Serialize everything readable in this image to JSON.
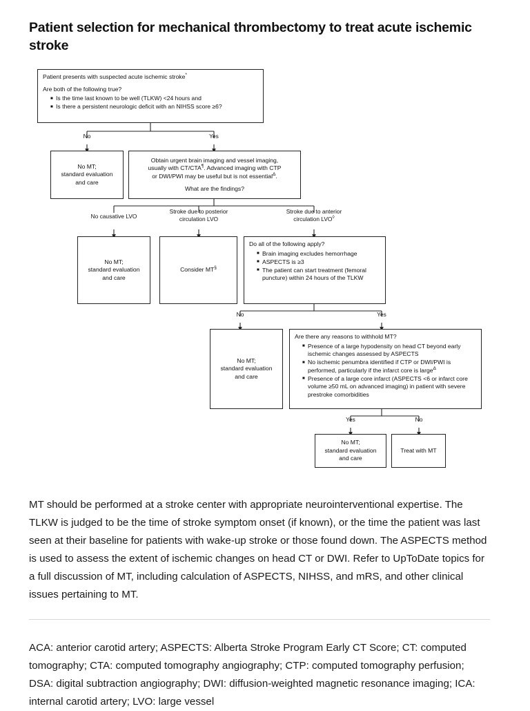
{
  "document": {
    "title": "Patient selection for mechanical thrombectomy to treat acute ischemic stroke"
  },
  "flowchart": {
    "boxes": {
      "start": {
        "heading": "Patient presents with suspected acute ischemic stroke",
        "heading_sup": "*",
        "question": "Are both of the following true?",
        "bullets": [
          "Is the time last known to be well (TLKW) <24 hours and",
          "Is there a persistent neurologic deficit with an NIHSS score ≥6?"
        ]
      },
      "no_mt_1": {
        "line1": "No MT;",
        "line2": "standard evaluation",
        "line3": "and care"
      },
      "imaging": {
        "line1": "Obtain urgent brain imaging and vessel imaging,",
        "line2_a": "usually with CT/CTA",
        "line2_sup": "¶",
        "line2_b": ". Advanced imaging with CTP",
        "line3_a": "or DWI/PWI may be useful but is not essential",
        "line3_sup": "Δ",
        "line3_b": ".",
        "question": "What are the findings?"
      },
      "no_mt_2": {
        "line1": "No MT;",
        "line2": "standard evaluation",
        "line3": "and care"
      },
      "consider_mt": {
        "label": "Consider MT",
        "sup": "§"
      },
      "criteria": {
        "question": "Do all of the following apply?",
        "bullets": [
          "Brain imaging excludes hemorrhage",
          "ASPECTS is ≥3",
          "The patient can start treatment (femoral puncture) within 24 hours of the TLKW"
        ]
      },
      "no_mt_3": {
        "line1": "No MT;",
        "line2": "standard evaluation",
        "line3": "and care"
      },
      "withhold": {
        "question": "Are there any reasons to withhold MT?",
        "bullets": [
          "Presence of a large hypodensity on head CT beyond early ischemic changes assessed by ASPECTS",
          "No ischemic penumbra identified if CTP or DWI/PWI is performed, particularly if the infarct core is large",
          "Presence of a large core infarct (ASPECTS <6 or infarct core volume ≥50 mL on advanced imaging) in patient with severe prestroke comorbidities"
        ],
        "bullet2_sup": "Δ"
      },
      "no_mt_4": {
        "line1": "No MT;",
        "line2": "standard evaluation",
        "line3": "and care"
      },
      "treat": {
        "label": "Treat with MT"
      }
    },
    "labels": {
      "start_no": "No",
      "start_yes": "Yes",
      "branch_no_lvo": "No causative LVO",
      "branch_posterior": "Stroke due to posterior\ncirculation LVO",
      "branch_anterior_a": "Stroke due to anterior\ncirculation LVO",
      "branch_anterior_sup": "◊",
      "criteria_no": "No",
      "criteria_yes": "Yes",
      "withhold_yes": "Yes",
      "withhold_no": "No"
    }
  },
  "notes": {
    "body": "MT should be performed at a stroke center with appropriate neurointerventional expertise. The TLKW is judged to be the time of stroke symptom onset (if known), or the time the patient was last seen at their baseline for patients with wake-up stroke or those found down. The ASPECTS method is used to assess the extent of ischemic changes on head CT or DWI. Refer to UpToDate topics for a full discussion of MT, including calculation of ASPECTS, NIHSS, and mRS, and other clinical issues pertaining to MT.",
    "abbreviations": "ACA: anterior carotid artery; ASPECTS: Alberta Stroke Program Early CT Score; CT: computed tomography; CTA: computed tomography angiography; CTP: computed tomography perfusion; DSA: digital subtraction angiography; DWI: diffusion-weighted magnetic resonance imaging; ICA: internal carotid artery; LVO: large vessel"
  },
  "style": {
    "line_color": "#222222",
    "divider_color": "#d7d7d7"
  }
}
